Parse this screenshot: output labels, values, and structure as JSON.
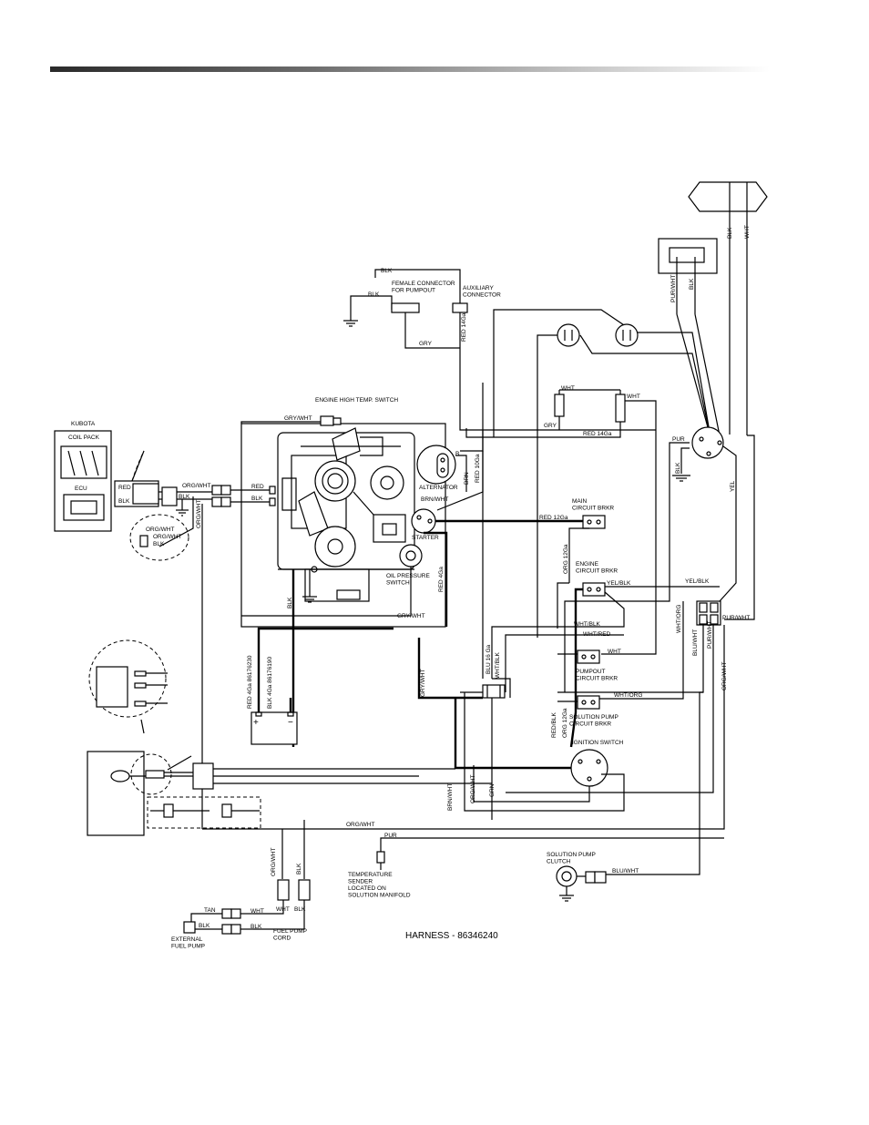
{
  "diagram": {
    "harness": "HARNESS - 86346240",
    "components": {
      "female_connector": "FEMALE CONNECTOR\nFOR PUMPOUT",
      "aux_connector": "AUXILIARY\nCONNECTOR",
      "engine_temp_switch": "ENGINE HIGH TEMP. SWITCH",
      "kubota": "KUBOTA",
      "coil_pack": "COIL PACK",
      "ecu": "ECU",
      "alternator": "ALTERNATOR",
      "starter": "STARTER",
      "oil_pressure": "OIL PRESSURE\nSWITCH",
      "main_brkr": "MAIN\nCIRCUIT BRKR",
      "engine_brkr": "ENGINE\nCIRCUIT BRKR",
      "pumpout_brkr": "PUMPOUT\nCIRCUIT BRKR",
      "solution_brkr": "SOLUTION PUMP\nCIRCUIT BRKR",
      "ignition": "IGNITION SWITCH",
      "temp_sender": "TEMPERATURE\nSENDER\nLOCATED ON\nSOLUTION MANIFOLD",
      "clutch": "SOLUTION PUMP\nCLUTCH",
      "ext_pump": "EXTERNAL\nFUEL PUMP",
      "fuel_cord": "FUEL PUMP\nCORD"
    },
    "wires": {
      "blk": "BLK",
      "wht": "WHT",
      "gry": "GRY",
      "red": "RED",
      "pur": "PUR",
      "tan": "TAN",
      "red14": "RED 14Ga",
      "red12": "RED 12Ga",
      "red10": "RED 10Ga",
      "red4": "RED 4Ga",
      "purwht": "PUR/WHT",
      "yel": "YEL",
      "grywht": "GRY/WHT",
      "orgwht": "ORG/WHT",
      "brnwht": "BRN/WHT",
      "brn": "BRN",
      "org12": "ORG 12Ga",
      "yelblk": "YEL/BLK",
      "whtblk": "WHT/BLK",
      "whtred": "WHT/RED",
      "whtorg": "WHT/ORG",
      "whtorg2": "WHT/ORG",
      "bluwht": "BLU/WHT",
      "blu16": "BLU 16 Ga",
      "grn": "GRN",
      "redblk": "RED/BLK",
      "red4pn": "RED 4Ga  86176230",
      "blk4pn": "BLK 4Ga  86176190"
    }
  }
}
